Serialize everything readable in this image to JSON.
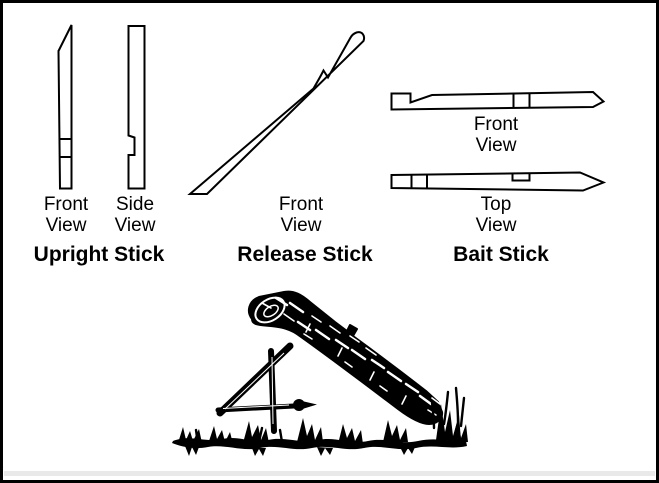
{
  "colors": {
    "ink": "#000000",
    "paper": "#ffffff",
    "frame": "#000000"
  },
  "upright_stick": {
    "title": "Upright Stick",
    "front_view_label": "Front\nView",
    "side_view_label": "Side\nView"
  },
  "release_stick": {
    "title": "Release Stick",
    "front_view_label": "Front\nView"
  },
  "bait_stick": {
    "title": "Bait Stick",
    "front_view_label": "Front\nView",
    "top_view_label": "Top\nView"
  }
}
